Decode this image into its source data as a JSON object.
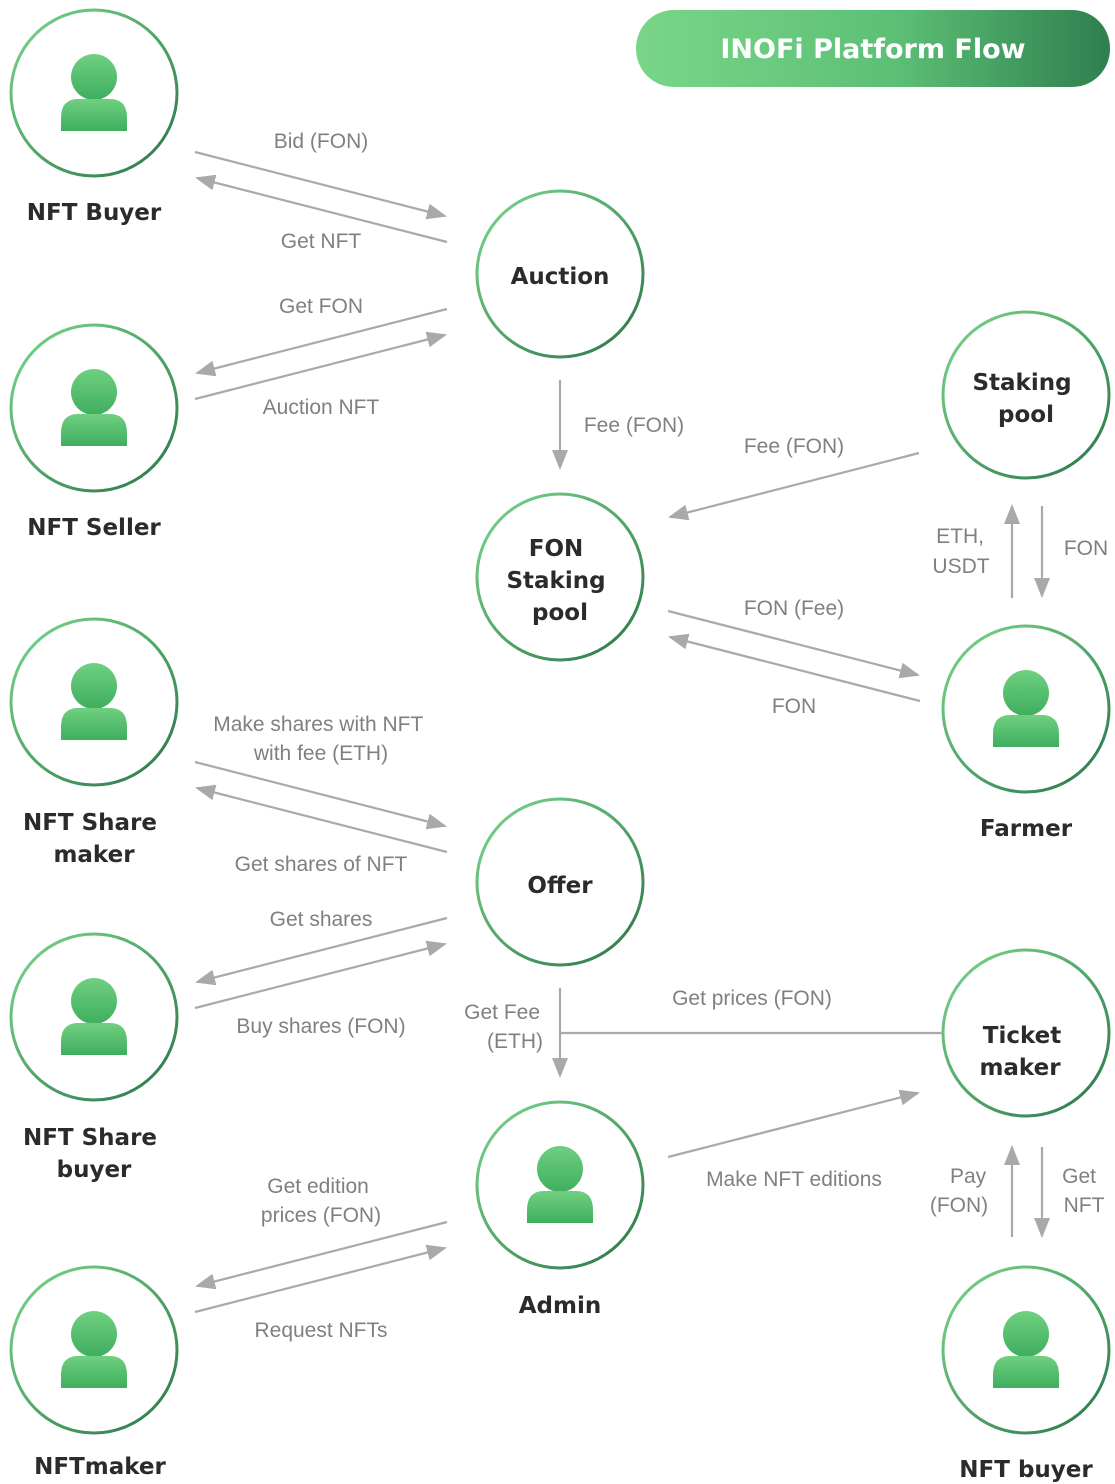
{
  "title": "INOFi Platform Flow",
  "colors": {
    "accent_light": "#78d386",
    "accent_dark": "#2c7a4a",
    "arrow": "#a9a9a9",
    "text": "#2b2b2b",
    "label": "#808080"
  },
  "actors": {
    "nft_buyer": {
      "name": "NFT Buyer",
      "icon": "person-icon"
    },
    "nft_seller": {
      "name": "NFT Seller",
      "icon": "person-icon"
    },
    "nft_share_maker": {
      "name": [
        "NFT Share",
        "maker"
      ],
      "icon": "person-icon"
    },
    "nft_share_buyer": {
      "name": [
        "NFT Share",
        "buyer"
      ],
      "icon": "person-icon"
    },
    "nftmaker": {
      "name": "NFTmaker",
      "icon": "person-icon"
    },
    "admin": {
      "name": "Admin",
      "icon": "person-icon"
    },
    "farmer": {
      "name": "Farmer",
      "icon": "person-icon"
    },
    "nft_buyer_right": {
      "name": "NFT buyer",
      "icon": "person-icon"
    }
  },
  "nodes": {
    "auction": [
      "Auction"
    ],
    "fon_staking_pool": [
      "FON",
      "Staking",
      "pool"
    ],
    "staking_pool": [
      "Staking",
      "pool"
    ],
    "offer": [
      "Offer"
    ],
    "ticket_maker": [
      "Ticket",
      "maker"
    ]
  },
  "flows": {
    "bid_fon": [
      "Bid (FON)"
    ],
    "get_nft": [
      "Get NFT"
    ],
    "get_fon": [
      "Get FON"
    ],
    "auction_nft": [
      "Auction NFT"
    ],
    "fee_fon_down": [
      "Fee (FON)"
    ],
    "fee_fon_pool": [
      "Fee (FON)"
    ],
    "eth_usdt": [
      "ETH,",
      "USDT"
    ],
    "fon_down": [
      "FON"
    ],
    "fon_fee": [
      "FON (Fee)"
    ],
    "fon_back": [
      "FON"
    ],
    "make_shares": [
      "Make shares with NFT",
      "with fee (ETH)"
    ],
    "get_shares_of_nft": [
      "Get shares of NFT"
    ],
    "get_shares": [
      "Get shares"
    ],
    "buy_shares": [
      "Buy shares (FON)"
    ],
    "get_fee_eth": [
      "Get Fee",
      "(ETH)"
    ],
    "get_prices": [
      "Get prices (FON)"
    ],
    "get_edition_prices": [
      "Get edition",
      "prices (FON)"
    ],
    "request_nfts": [
      "Request NFTs"
    ],
    "make_nft_editions": [
      "Make NFT editions"
    ],
    "pay_fon": [
      "Pay",
      "(FON)"
    ],
    "get_nft_right": [
      "Get",
      "NFT"
    ]
  }
}
